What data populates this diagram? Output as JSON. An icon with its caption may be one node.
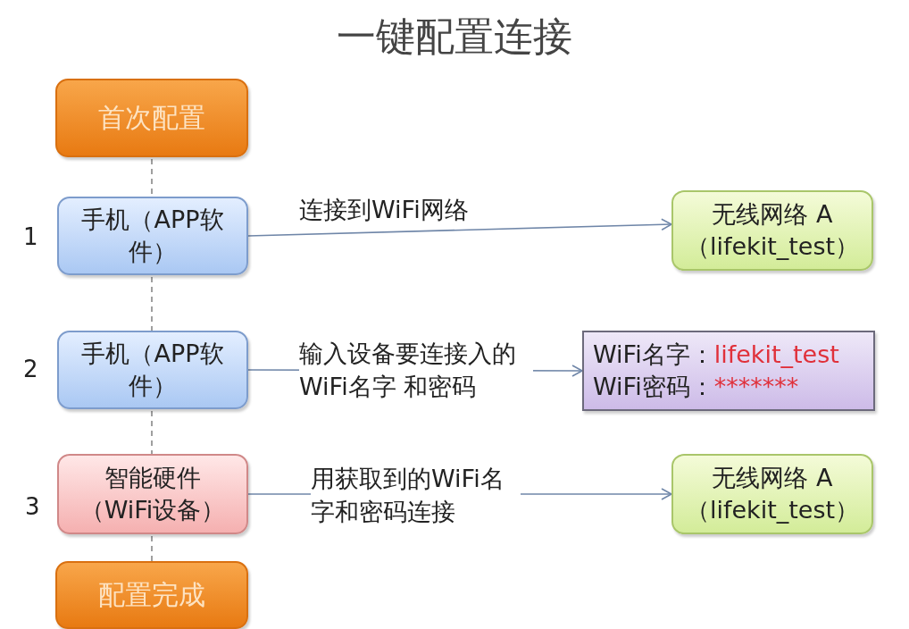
{
  "diagram": {
    "title": "一键配置连接",
    "nodes": [
      {
        "text": [
          "首次配置"
        ]
      },
      {
        "text": [
          "手机（APP软件）"
        ]
      },
      {
        "text": [
          "无线网络 A（lifekit_test）"
        ]
      },
      {
        "text": [
          "手机（APP软件）"
        ]
      },
      {
        "text": [
          "WiFi名字：",
          "lifekit_test",
          "WiFi密码：",
          "*******"
        ]
      },
      {
        "text": [
          "智能硬件（WiFi设备）"
        ]
      },
      {
        "text": [
          "无线网络 A（lifekit_test）"
        ]
      },
      {
        "text": [
          "配置完成"
        ]
      }
    ],
    "edges": [
      {
        "from": 1,
        "to": 2,
        "arrow": "to",
        "label": "连接到WiFi网络"
      },
      {
        "from": 3,
        "to": 4,
        "arrow": "to",
        "label": "输入设备要连接入的WiFi名字 和密码"
      },
      {
        "from": 5,
        "to": 6,
        "arrow": "to",
        "label": "用获取到的WiFi名字和密码连接"
      },
      {
        "from": 0,
        "to": 1,
        "arrow": "none",
        "style": "dashed"
      },
      {
        "from": 1,
        "to": 3,
        "arrow": "none",
        "style": "dashed"
      },
      {
        "from": 3,
        "to": 5,
        "arrow": "none",
        "style": "dashed"
      },
      {
        "from": 5,
        "to": 7,
        "arrow": "none",
        "style": "dashed"
      }
    ],
    "labels": [
      "1",
      "2",
      "3"
    ]
  }
}
